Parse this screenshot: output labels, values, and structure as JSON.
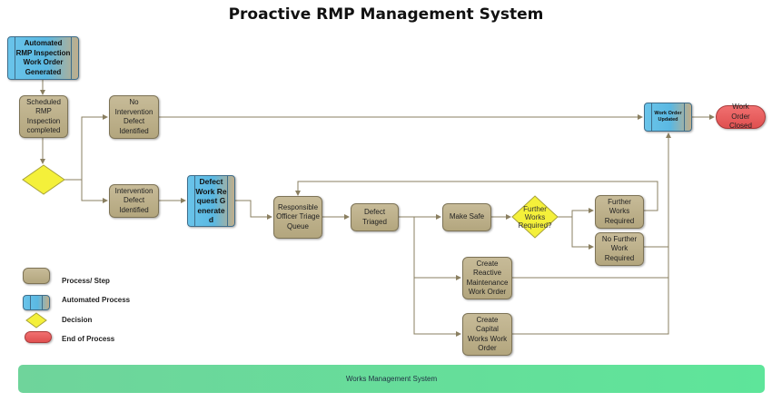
{
  "title": "Proactive RMP Management System",
  "nodes": {
    "auto_inspection": "Automated RMP Inspection Work Order Generated",
    "scheduled_inspection": "Scheduled RMP Inspection completed",
    "no_intervention": "No Intervention Defect Identified",
    "intervention": "Intervention Defect Identified",
    "defect_request": "Defect Work Request Generated",
    "triage_queue": "Responsible Officer Triage Queue",
    "defect_triaged": "Defect Triaged",
    "make_safe": "Make Safe",
    "further_works_q": "Further Works Required?",
    "further_works": "Further Works Required",
    "no_further_works": "No Further Work Required",
    "reactive_maintenance": "Create Reactive Maintenance Work Order",
    "capital_works": "Create Capital Works Work Order",
    "work_order_updated": "Work Order Updated",
    "work_order_closed": "Work Order Closed"
  },
  "legend": {
    "process": "Process/ Step",
    "automated": "Automated Process",
    "decision": "Decision",
    "end": "End of Process"
  },
  "footer": "Works Management System",
  "colors": {
    "process": "#bdb08a",
    "automated": "#5ab8e2",
    "decision": "#f4f03a",
    "end": "#e85a5a",
    "system_bar": "#66dd9a",
    "connector": "#8a7f60"
  }
}
